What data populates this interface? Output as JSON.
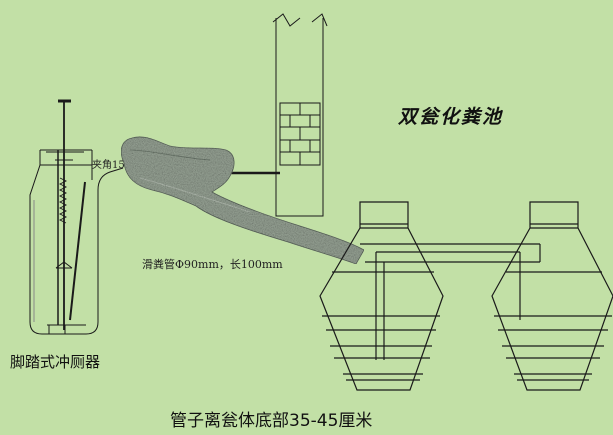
{
  "title": "双瓮化粪池",
  "labels": {
    "angle": "夹角15",
    "pipe": "滑粪管Φ90mm，长100mm",
    "toilet": "脚踏式冲厕器",
    "depth": "管子离瓮体底部35-45厘米"
  },
  "colors": {
    "background": "#c2e0a6",
    "line": "#1a1a1a",
    "pipe_fill": "#9aa69a"
  }
}
